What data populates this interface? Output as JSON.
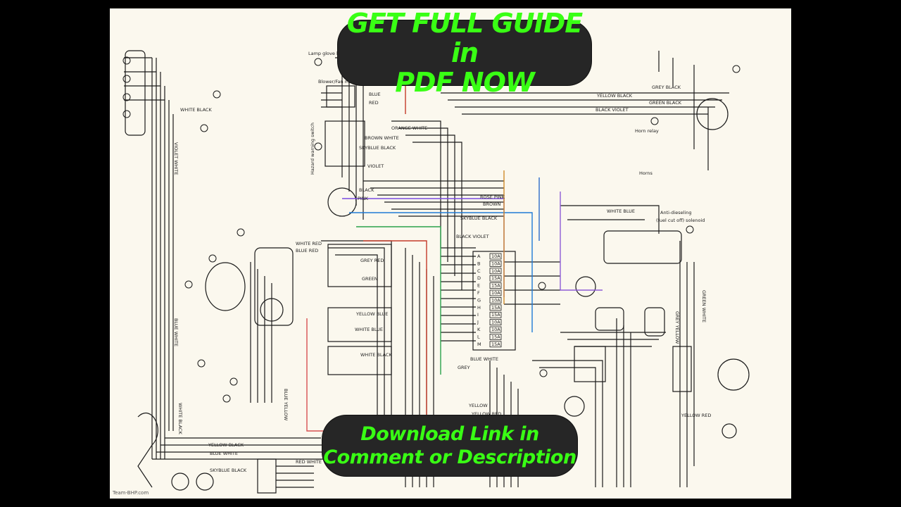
{
  "banner_top": {
    "line1": "GET FULL GUIDE in",
    "line2": "PDF NOW"
  },
  "banner_bottom": {
    "line1": "Download Link in",
    "line2": "Comment or Description"
  },
  "colors": {
    "banner_bg": "#262626",
    "banner_text": "#39ff14",
    "sheet_bg": "#fbf8ee",
    "wire": "#1a1a1a"
  },
  "components": {
    "lamp_glove_box": "Lamp glove box",
    "blower_fan_motor_switch": "Blower/Fan motor switch",
    "hazard_warning_switch": "Hazard warning switch",
    "horn_relay": "Horn relay",
    "horns": "Horns",
    "anti_dieseling": "Anti-dieseling",
    "fuel_cut_off": "(fuel cut off) solenoid"
  },
  "wire_labels": {
    "l01": "WHITE BLACK",
    "l02": "VIOLET WHITE",
    "l03": "BLUE",
    "l04": "RED",
    "l05": "ORANGE WHITE",
    "l06": "BROWN WHITE",
    "l07": "SKYBLUE BLACK",
    "l08": "VIOLET",
    "l09": "BLACK",
    "l10": "PINK",
    "l11": "ROSE PINK",
    "l12": "BROWN",
    "l13": "SKYBLUE BLACK",
    "l14": "BLACK VIOLET",
    "l15": "WHITE RED",
    "l16": "BLUE RED",
    "l17": "GREY RED",
    "l18": "GREEN",
    "l19": "YELLOW BLUE",
    "l20": "WHITE BLUE",
    "l21": "WHITE BLACK",
    "l22": "BLUE WHITE",
    "l23": "GREY",
    "l24": "YELLOW RED",
    "l25": "YELLOW BLACK",
    "l26": "YELLOW",
    "l27": "BLUE WHITE",
    "l28": "SKYBLUE BLACK",
    "l29": "GREY BLACK",
    "l30": "YELLOW BLACK",
    "l31": "GREEN BLACK",
    "l32": "BLACK VIOLET",
    "l33": "WHITE BLUE",
    "l34": "GREEN WHITE",
    "l35": "GREY YELLOW",
    "l36": "YELLOW RED",
    "l37": "BLUE YELLOW",
    "l38": "BLUE WHITE",
    "l39": "WHITE BLACK",
    "l40": "RED WHITE"
  },
  "fuses": [
    "10A",
    "10A",
    "10A",
    "15A",
    "15A",
    "10A",
    "10A",
    "15A",
    "15A",
    "10A",
    "10A",
    "15A",
    "15A"
  ],
  "fuse_letters": [
    "A",
    "B",
    "C",
    "D",
    "E",
    "F",
    "G",
    "H",
    "I",
    "J",
    "K",
    "L",
    "M"
  ],
  "credit": "Team-BHP.com"
}
